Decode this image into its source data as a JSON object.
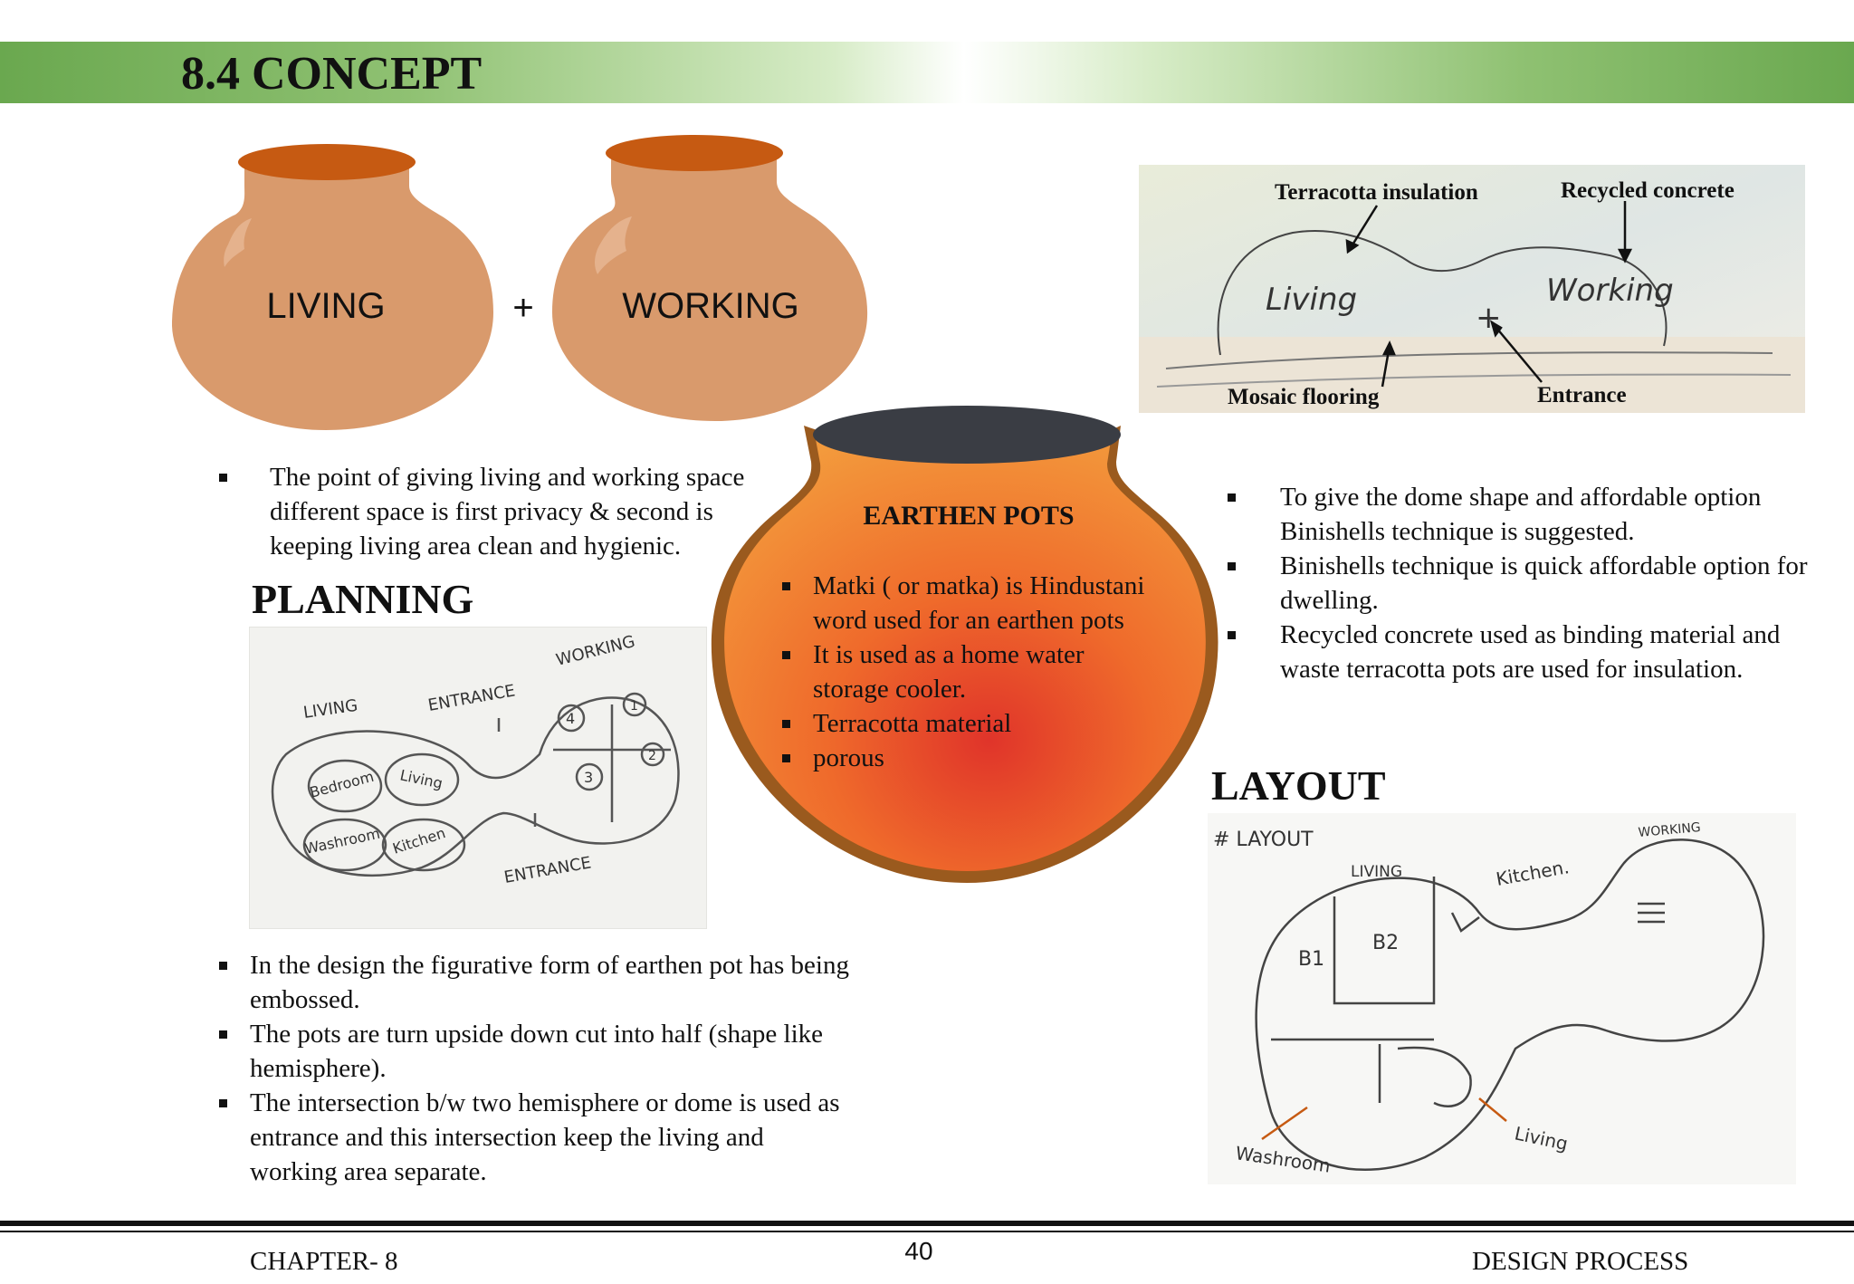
{
  "header": {
    "title": "8.4 CONCEPT"
  },
  "concept_pots": {
    "left_label": "LIVING",
    "plus": "+",
    "right_label": "WORKING"
  },
  "intro_bullets": [
    "The point of giving living and working space different space is first privacy & second is keeping living area clean and hygienic."
  ],
  "planning": {
    "heading": "PLANNING",
    "sketch_labels": [
      "LIVING",
      "ENTRANCE",
      "WORKING",
      "Bedroom",
      "Living",
      "Washroom",
      "Kitchen",
      "ENTRANCE",
      "4",
      "1",
      "3",
      "2"
    ]
  },
  "earthen_pot": {
    "title": "EARTHEN POTS",
    "bullets": [
      "Matki ( or matka) is Hindustani word used for an earthen pots",
      "It is used as a home water storage cooler.",
      "Terracotta material",
      "porous"
    ]
  },
  "dome_sketch": {
    "labels": {
      "terracotta": "Terracotta insulation",
      "recycled": "Recycled concrete",
      "mosaic": "Mosaic flooring",
      "entrance": "Entrance"
    },
    "handwritten": {
      "living": "Living",
      "working": "Working",
      "plus": "+"
    }
  },
  "right_bullets": [
    "To give the dome shape and affordable option Binishells technique is suggested.",
    "Binishells technique is quick affordable option for dwelling.",
    "Recycled concrete used as binding material and waste terracotta pots are used for insulation."
  ],
  "layout": {
    "heading": "LAYOUT",
    "sketch_labels": [
      "# LAYOUT",
      "LIVING",
      "Kitchen.",
      "WORKING",
      "B1",
      "B2",
      "Living",
      "Washroom"
    ]
  },
  "design_bullets": [
    "In the design the figurative form of earthen pot has being embossed.",
    "The pots are turn upside down cut into half (shape like hemisphere).",
    "The intersection b/w two hemisphere or dome is used as entrance and this intersection keep the living and working area separate."
  ],
  "footer": {
    "left": "CHAPTER- 8",
    "page": "40",
    "right": "DESIGN PROCESS"
  },
  "colors": {
    "header_green": "#6aa84f",
    "pot_clay": "#d99a6c",
    "pot_rim": "#c65a12",
    "earthen_orange": "#f08a2a",
    "earthen_red": "#e0342a"
  }
}
